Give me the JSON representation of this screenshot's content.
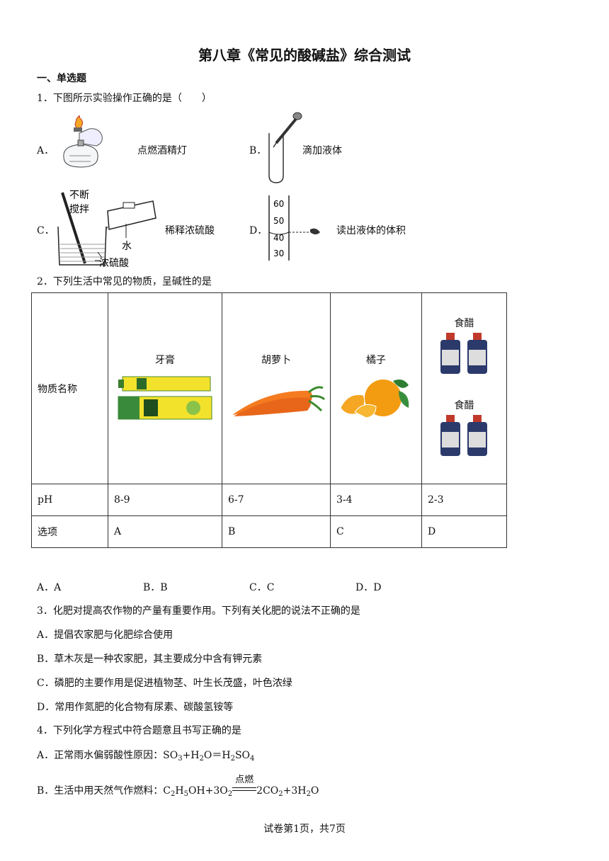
{
  "title": "第八章《常见的酸碱盐》综合测试",
  "section": "一、单选题",
  "q1": {
    "stem": "1．下图所示实验操作正确的是（　　）",
    "opts": [
      {
        "key": "A．",
        "caption": "点燃酒精灯"
      },
      {
        "key": "B．",
        "caption": "滴加液体"
      },
      {
        "key": "C．",
        "caption": "稀释浓硫酸",
        "labels": [
          "不断",
          "搅拌",
          "水",
          "浓硫酸"
        ]
      },
      {
        "key": "D．",
        "caption": "读出液体的体积",
        "ticks": [
          "60",
          "50",
          "40",
          "30"
        ]
      }
    ]
  },
  "q2": {
    "stem": "2．下列生活中常见的物质，呈碱性的是",
    "row_labels": [
      "物质名称",
      "pH",
      "选项"
    ],
    "items": [
      {
        "name": "牙膏",
        "ph": "8-9",
        "opt": "A"
      },
      {
        "name": "胡萝卜",
        "ph": "6-7",
        "opt": "B"
      },
      {
        "name": "橘子",
        "ph": "3-4",
        "opt": "C"
      },
      {
        "name": "食醋",
        "ph": "2-3",
        "opt": "D"
      }
    ],
    "answers": [
      "A．A",
      "B．B",
      "C．C",
      "D．D"
    ]
  },
  "q3": {
    "stem": "3．化肥对提高农作物的产量有重要作用。下列有关化肥的说法不正确的是",
    "opts": [
      "A．提倡农家肥与化肥综合使用",
      "B．草木灰是一种农家肥，其主要成分中含有钾元素",
      "C．磷肥的主要作用是促进植物茎、叶生长茂盛，叶色浓绿",
      "D．常用作氮肥的化合物有尿素、碳酸氢铵等"
    ]
  },
  "q4": {
    "stem": "4．下列化学方程式中符合题意且书写正确的是",
    "a_text": "A．正常雨水偏弱酸性原因：",
    "a_eq": [
      "SO",
      "3",
      "+H",
      "2",
      "O＝H",
      "2",
      "SO",
      "4"
    ],
    "b_text": "B．生活中用天然气作燃料：",
    "b_eq_left": [
      "C",
      "2",
      "H",
      "5",
      "OH+3O",
      "2"
    ],
    "b_cond": "点燃",
    "b_eq_right": [
      "2CO",
      "2",
      "+3H",
      "2",
      "O"
    ]
  },
  "footer": "试卷第1页，共7页"
}
